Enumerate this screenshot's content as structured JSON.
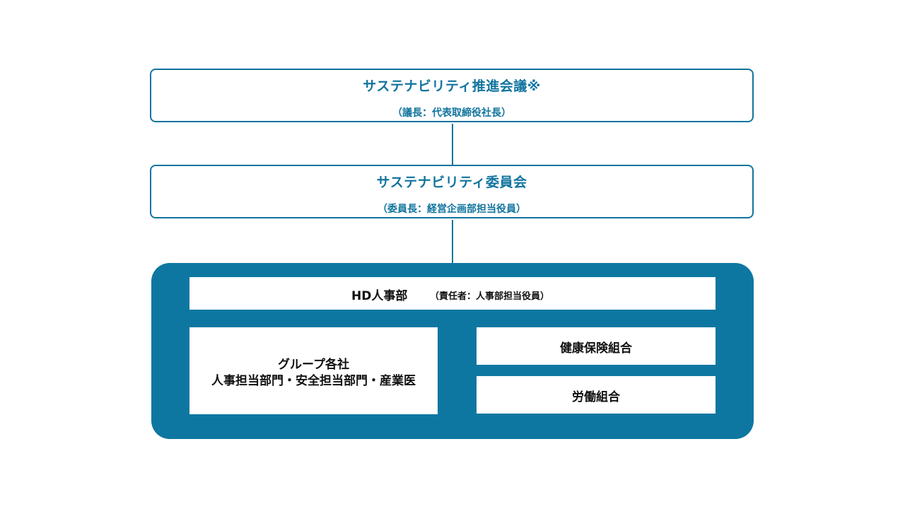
{
  "nodes": {
    "promotion_council": {
      "title": "サステナビリティ推進会議※",
      "chair": "（議長：代表取締役社長）"
    },
    "committee": {
      "title": "サステナビリティ委員会",
      "chair": "（委員長：経営企画部担当役員）"
    },
    "hd_hr": {
      "title": "HD人事部",
      "responsible": "（責任者：人事部担当役員）"
    },
    "group_companies": {
      "line1": "グループ各社",
      "line2": "人事担当部門・安全担当部門・産業医"
    },
    "health_insurance": {
      "title": "健康保険組合"
    },
    "labor_union": {
      "title": "労働組合"
    }
  },
  "colors": {
    "accent": "#11749e",
    "panel": "#0e77a1",
    "text_dark": "#111111",
    "background": "#ffffff"
  }
}
